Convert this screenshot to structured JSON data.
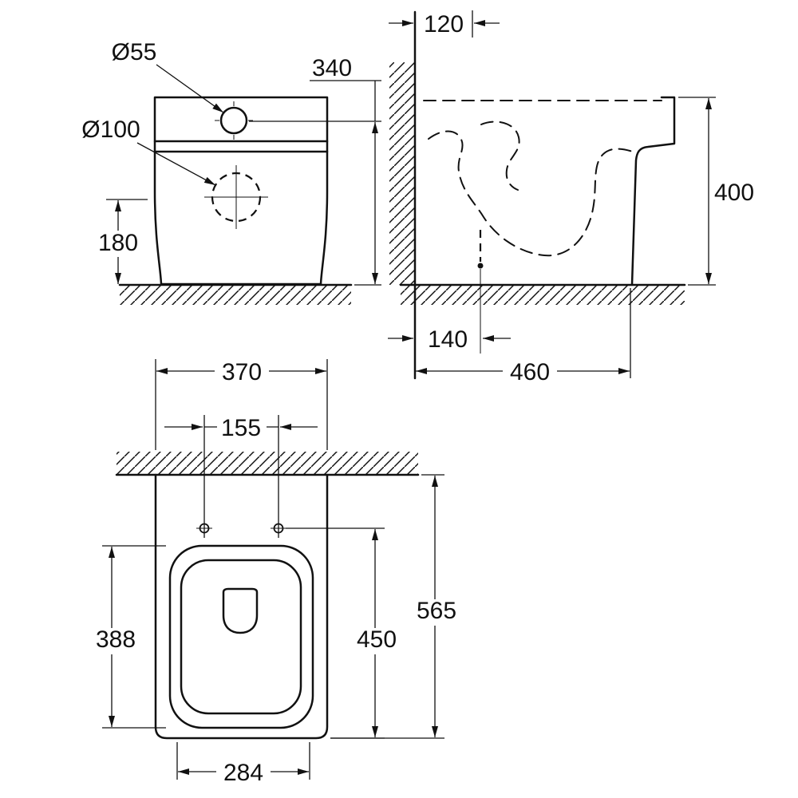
{
  "colors": {
    "line": "#111111",
    "background": "#ffffff"
  },
  "front_view": {
    "dim_hole_top_diameter": "Ø55",
    "dim_hole_mid_diameter": "Ø100",
    "dim_height_hole_top_to_floor": "340",
    "dim_height_hole_mid_to_floor": "180"
  },
  "side_view": {
    "dim_wall_offset_top": "120",
    "dim_total_height": "400",
    "dim_outlet_from_wall": "140",
    "dim_depth_from_wall": "460"
  },
  "plan_view": {
    "dim_body_width": "370",
    "dim_bolt_spacing": "155",
    "dim_seat_length": "388",
    "dim_bolts_to_front": "450",
    "dim_total_length": "565",
    "dim_front_width": "284"
  }
}
